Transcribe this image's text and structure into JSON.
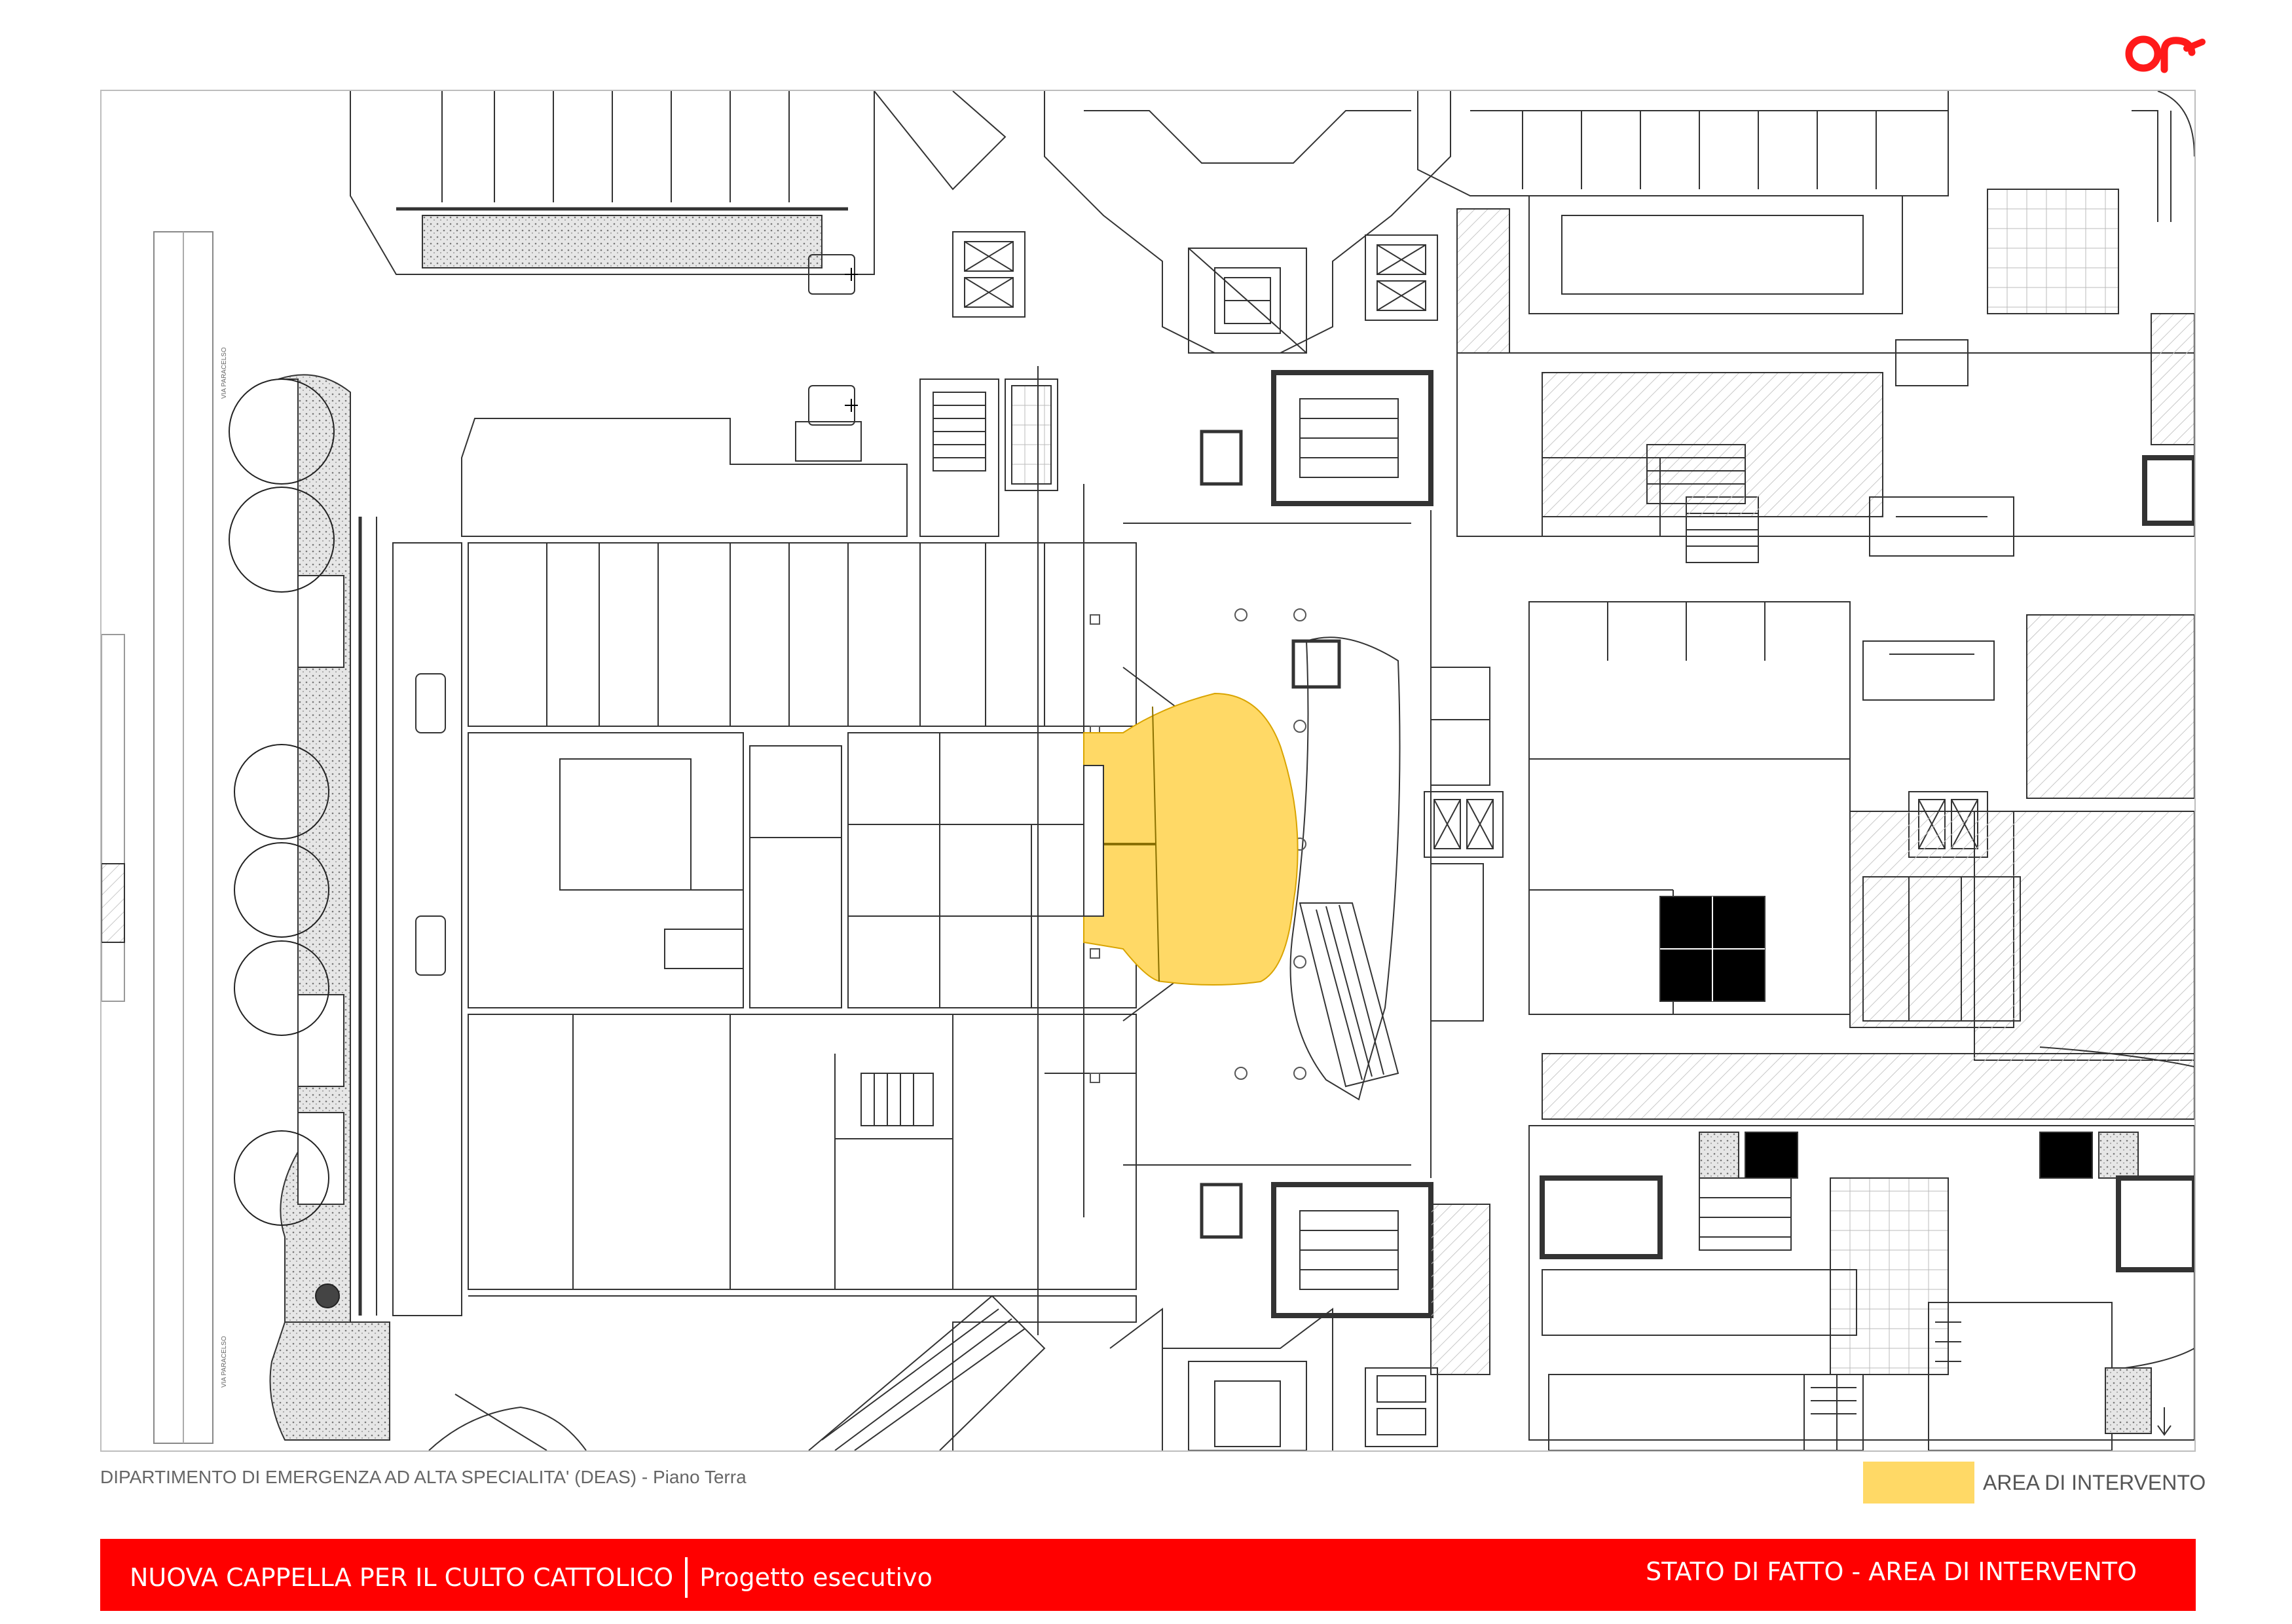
{
  "plan": {
    "caption": "DIPARTIMENTO DI EMERGENZA AD ALTA SPECIALITA' (DEAS) - Piano Terra",
    "street_label": "VIA PARACELSO"
  },
  "legend": {
    "label": "AREA DI INTERVENTO",
    "swatch_color": "#FFD966"
  },
  "footer": {
    "project_title": "NUOVA CAPPELLA PER IL CULTO CATTOLICO",
    "phase": "Progetto esecutivo",
    "sheet_title": "STATO DI FATTO - AREA DI INTERVENTO",
    "bar_color": "#FF0000"
  },
  "colors": {
    "accent": "#FF0000",
    "intervention_area": "#FFD966",
    "wall": "#222222"
  },
  "icons": [
    "company-logo",
    "north-arrow",
    "elevator-icon",
    "stair-icon",
    "tree-icon",
    "ambulance-icon"
  ]
}
